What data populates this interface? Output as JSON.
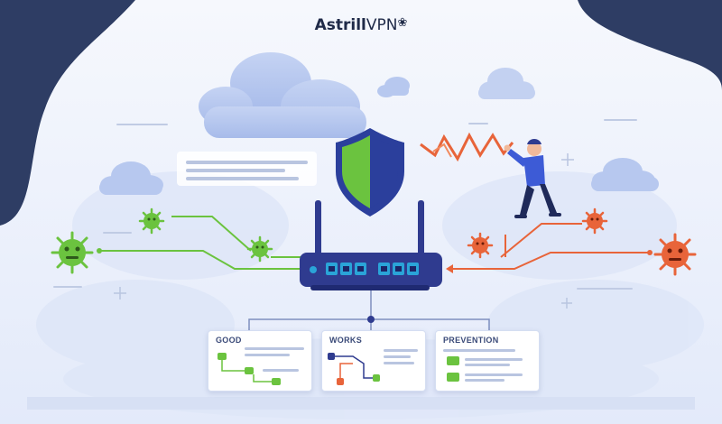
{
  "brand": {
    "name_bold": "Astrill",
    "name_thin": "VPN",
    "mark": "❀"
  },
  "cards": [
    {
      "title": "GOOD"
    },
    {
      "title": "WORKS"
    },
    {
      "title": "PREVENTION"
    }
  ],
  "colors": {
    "navy": "#2e3d64",
    "good": "#6bc33f",
    "bad": "#e8643a",
    "router": "#2f3b8f",
    "port": "#2aa4d8",
    "cloud": "#b9c9ee",
    "shield_blue": "#2b3f9c",
    "shield_green": "#6bc33f"
  },
  "icons": [
    "shield-icon",
    "router-icon",
    "cloud-icon",
    "good-virus-icon",
    "bad-virus-icon",
    "lightning-icon",
    "person-icon"
  ]
}
